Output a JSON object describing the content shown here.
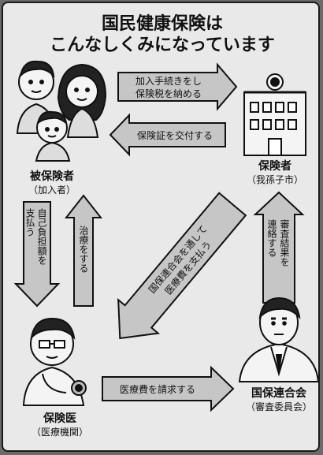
{
  "title": {
    "line1": "国民健康保険は",
    "line2": "こんなしくみになっています"
  },
  "nodes": {
    "insured": {
      "label": "被保険者",
      "sub": "（加入者）"
    },
    "insurer": {
      "label": "保険者",
      "sub": "（我孫子市）"
    },
    "doctor": {
      "label": "保険医",
      "sub": "（医療機関）"
    },
    "federation": {
      "label": "国保連合会",
      "sub": "（審査委員会）"
    }
  },
  "arrows": {
    "join_pay": [
      "加入手続きをし",
      "保険税を納める"
    ],
    "issue_card": "保険証を交付する",
    "copay": [
      "自己負担額を",
      "支払う"
    ],
    "treatment": "治療をする",
    "via_federation": [
      "国保連合会を通して",
      "医療費を支払う"
    ],
    "report_result": [
      "審査結果を",
      "連絡する"
    ],
    "claim_cost": "医療費を請求する"
  },
  "icons": {
    "family": "family-illustration",
    "office": "city-office-building-icon",
    "doctor": "doctor-illustration",
    "official": "official-man-illustration"
  }
}
